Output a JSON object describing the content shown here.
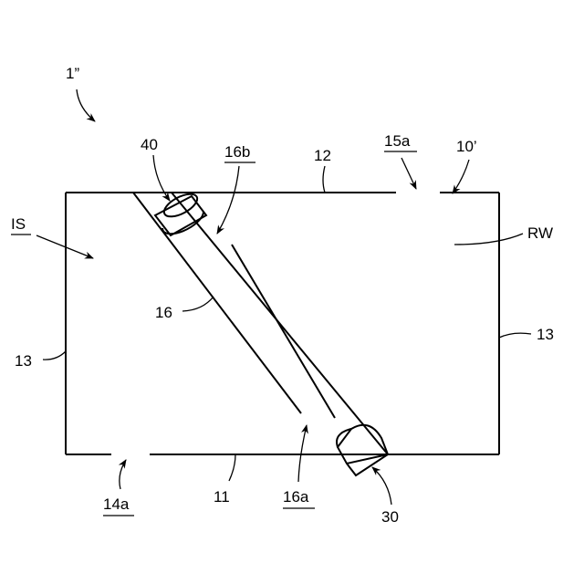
{
  "labels": {
    "device": "1”",
    "reaction_vessel": "10’",
    "body_lower_wall": "11",
    "body_upper_wall": "12",
    "side_wall_left": "13",
    "side_wall_right": "13",
    "opening_lower": "14a",
    "opening_upper": "15a",
    "tube": "16",
    "tube_end_lower": "16a",
    "tube_end_upper": "16b",
    "lower_cap": "30",
    "upper_cap": "40",
    "inner_space": "IS",
    "reaction_wall": "RW"
  }
}
